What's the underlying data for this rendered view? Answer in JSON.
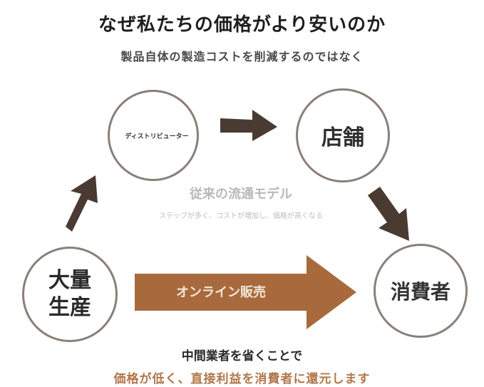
{
  "title": "なぜ私たちの価格がより安いのか",
  "subtitle": "製品自体の製造コストを削減するのではなく",
  "nodes": {
    "distributor": "ディストリビューター",
    "store": "店舗",
    "mass_production_line1": "大量",
    "mass_production_line2": "生産",
    "consumer": "消費者"
  },
  "traditional_model": {
    "label": "従来の流通モデル",
    "description": "ステップが多く、コストが増加し、価格が高くなる"
  },
  "online_sales": "オンライン販売",
  "conclusion_line1": "中間業者を省くことで",
  "conclusion_line2": "価格が低く、直接利益を消費者に還元します",
  "colors": {
    "small_arrow": "#4a3b32",
    "big_arrow": "#a86a3d",
    "circle_border": "#8a7f79",
    "accent_text": "#b0764a"
  }
}
